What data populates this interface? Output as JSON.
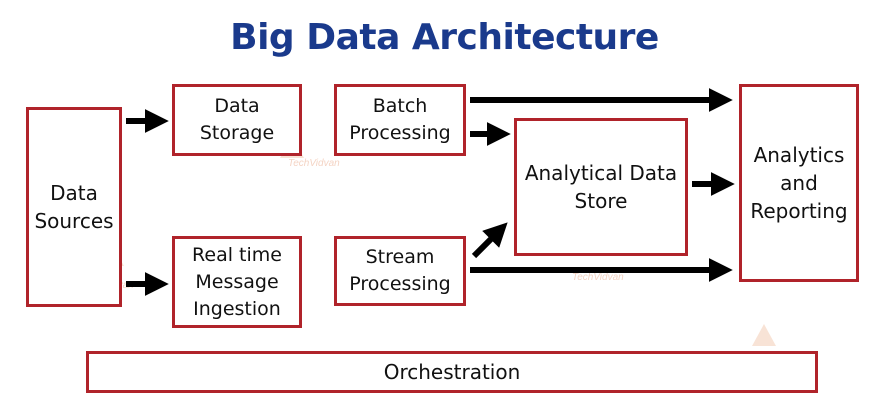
{
  "title": "Big Data Architecture",
  "nodes": {
    "data_sources": "Data\nSources",
    "data_storage": "Data\nStorage",
    "realtime_ingestion": "Real time\nMessage\nIngestion",
    "batch_processing": "Batch\nProcessing",
    "stream_processing": "Stream\nProcessing",
    "analytical_store": "Analytical Data\nStore",
    "analytics_reporting": "Analytics\nand\nReporting",
    "orchestration": "Orchestration"
  },
  "watermark": "TechVidvan",
  "colors": {
    "title": "#1a3a8c",
    "box_border": "#b0232a",
    "arrow": "#000000"
  },
  "edges": [
    {
      "from": "data_sources",
      "to": "data_storage"
    },
    {
      "from": "data_sources",
      "to": "realtime_ingestion"
    },
    {
      "from": "batch_processing",
      "to": "analytical_store"
    },
    {
      "from": "batch_processing",
      "to": "analytics_reporting"
    },
    {
      "from": "stream_processing",
      "to": "analytical_store"
    },
    {
      "from": "stream_processing",
      "to": "analytics_reporting"
    },
    {
      "from": "analytical_store",
      "to": "analytics_reporting"
    }
  ]
}
